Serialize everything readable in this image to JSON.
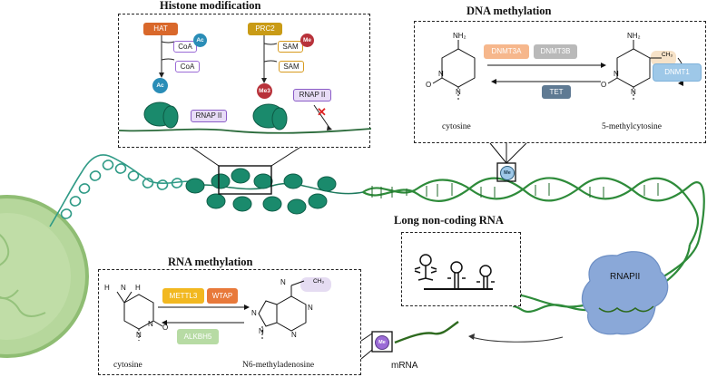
{
  "histone": {
    "title": "Histone modification",
    "hat": "HAT",
    "coa1": "CoA",
    "coa2": "CoA",
    "ac_mark1": "Ac",
    "ac_mark2": "Ac",
    "prc2": "PRC2",
    "sam1": "SAM",
    "sam2": "SAM",
    "me_mark": "Me",
    "me3_mark": "Me3",
    "rnap_a": "RNAP II",
    "rnap_b": "RNAP II"
  },
  "dna_methylation": {
    "title": "DNA methylation",
    "dnmt3a": "DNMT3A",
    "dnmt3b": "DNMT3B",
    "tet": "TET",
    "dnmt1": "DNMT1",
    "cytosine": "cytosine",
    "methylcytosine": "5-methylcytosine",
    "nh2": "NH₂",
    "ch3": "CH₃"
  },
  "lncrna": {
    "title": "Long non-coding RNA"
  },
  "rna_methylation": {
    "title": "RNA methylation",
    "mettl3": "METTL3",
    "wtap": "WTAP",
    "alkbh5": "ALKBH5",
    "cytosine": "cytosine",
    "n6": "N6-methyladenosine",
    "ch3": "CH₃"
  },
  "main": {
    "rnapii": "RNAPII",
    "mrna": "mRNA",
    "me_dna": "Me",
    "me_rna": "Me"
  },
  "colors": {
    "nucleosome": "#1a8a6c",
    "dna": "#2e8b3a",
    "rnap": "#8aa8d8",
    "cell": "#a9cf8f"
  }
}
